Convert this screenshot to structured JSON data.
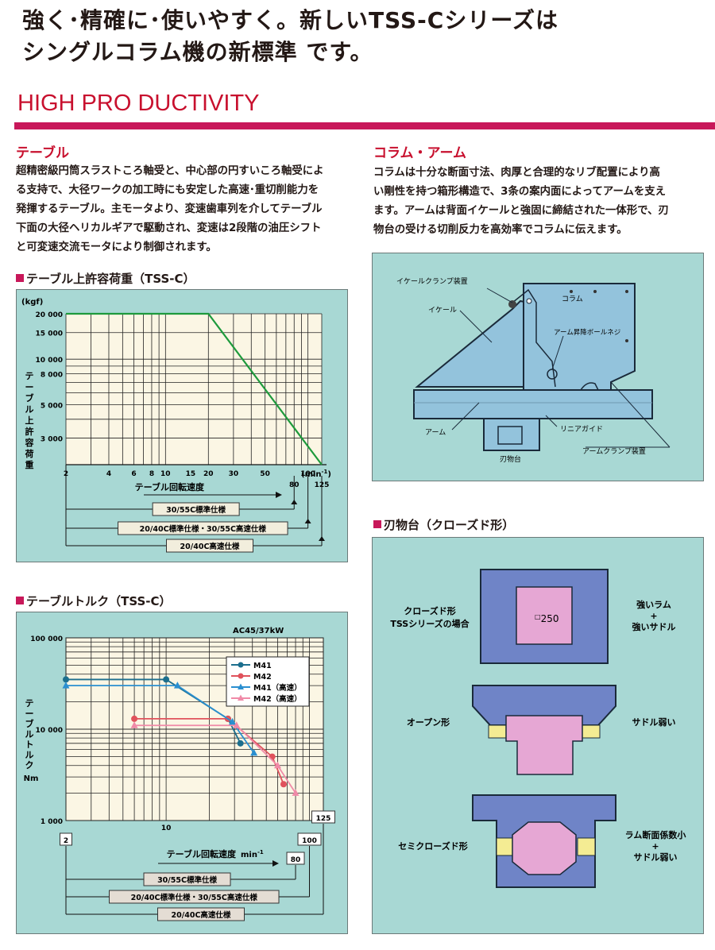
{
  "header": {
    "headline_line1": "強く･精確に･使いやすく。新しいTSS-Cシリーズは",
    "headline_line2": "シングルコラム機の新標準 です。",
    "section_title": "HIGH PRO DUCTIVITY"
  },
  "table_section": {
    "heading": "テーブル",
    "body_lines": [
      "超精密級円筒スラストころ軸受と、中心部の円すいころ軸受によ",
      "る支持で、大径ワークの加工時にも安定した高速･重切削能力を",
      "発揮するテーブル。主モータより、変速歯車列を介してテーブル",
      "下面の大径ヘリカルギアで駆動され、変速は2段階の油圧シフト",
      "と可変速交流モータにより制御されます。"
    ]
  },
  "column_section": {
    "heading": "コラム・アーム",
    "body_lines": [
      "コラムは十分な断面寸法、肉厚と合理的なリブ配置により高",
      "い剛性を持つ箱形構造で、3条の案内面によってアームを支え",
      "ます。アームは背面イケールと強固に締結された一体形で、刃",
      "物台の受ける切削反力を高効率でコラムに伝えます。"
    ]
  },
  "load_chart": {
    "heading": "テーブル上許容荷重（TSS-C）",
    "unit_label": "(kgf)",
    "ylabel": "テーブル上許容荷重",
    "xlabel": "テーブル回転速度",
    "x_unit": "(min",
    "x_unit_sup": "-1",
    "x_unit_close": ")",
    "speed_marks": {
      "m80": "80",
      "m125": "125"
    },
    "spec_bars": [
      "30/55C標準仕様",
      "20/40C標準仕様・30/55C高速仕様",
      "20/40C高速仕様"
    ]
  },
  "torque_chart": {
    "heading": "テーブルトルク（TSS-C）",
    "motor_label": "AC45/37kW",
    "ylabel_lines": [
      "テーブルトルク",
      "Nm"
    ],
    "xlabel": "テーブル回転速度",
    "x_unit": "min",
    "x_unit_sup": "-1",
    "speed_boxes": {
      "b2": "2",
      "b100": "100",
      "b80": "80",
      "b125": "125"
    },
    "spec_bars": [
      "30/55C標準仕様",
      "20/40C標準仕様・30/55C高速仕様",
      "20/40C高速仕様"
    ]
  },
  "column_diagram": {
    "labels": {
      "clamp": "イケールクランプ装置",
      "column": "コラム",
      "ikeru": "イケール",
      "bolt": "アーム昇降ボールネジ",
      "arm": "アーム",
      "guide": "リニアガイド",
      "toolpost": "刃物台",
      "arm_clamp": "アームクランプ装置"
    }
  },
  "toolpost_section": {
    "heading": "刃物台（クローズド形）",
    "rows": [
      {
        "left": [
          "クローズド形",
          "TSSシリーズの場合"
        ],
        "right": [
          "強いラム",
          "+",
          "強いサドル"
        ],
        "size": "250",
        "size_prefix": "□"
      },
      {
        "left": [
          "オープン形"
        ],
        "right": [
          "サドル弱い"
        ]
      },
      {
        "left": [
          "セミクローズド形"
        ],
        "right": [
          "ラム断面係数小",
          "+",
          "サドル弱い"
        ]
      }
    ]
  },
  "chart_data": [
    {
      "type": "line",
      "title": "テーブル上許容荷重（TSS-C）",
      "ylabel": "テーブル上許容荷重 (kgf)",
      "xlabel": "テーブル回転速度 (min-1)",
      "xscale": "log",
      "yscale": "log",
      "xlim": [
        2,
        125
      ],
      "ylim": [
        2000,
        20000
      ],
      "x_ticks": [
        2,
        4,
        6,
        8,
        10,
        15,
        20,
        30,
        50,
        100
      ],
      "y_ticks": [
        3000,
        5000,
        8000,
        10000,
        15000,
        20000
      ],
      "y_tick_labels": [
        "3 000",
        "5 000",
        "8 000",
        "10 000",
        "15 000",
        "20 000"
      ],
      "grid": true,
      "series": [
        {
          "color": "#1e9a3c",
          "x": [
            2,
            20,
            125
          ],
          "y": [
            20000,
            20000,
            2000
          ]
        }
      ],
      "speed_ranges": [
        {
          "label": "30/55C標準仕様",
          "from": 2,
          "to": 80
        },
        {
          "label": "20/40C標準仕様・30/55C高速仕様",
          "from": 2,
          "to": 100
        },
        {
          "label": "20/40C高速仕様",
          "from": 2,
          "to": 125
        }
      ]
    },
    {
      "type": "line",
      "title": "テーブルトルク（TSS-C）",
      "annotation": "AC45/37kW",
      "ylabel": "テーブルトルク Nm",
      "xlabel": "テーブル回転速度 min-1",
      "xscale": "log",
      "yscale": "log",
      "xlim": [
        2,
        125
      ],
      "ylim": [
        1000,
        100000
      ],
      "x_ticks": [
        10
      ],
      "y_ticks": [
        1000,
        10000,
        100000
      ],
      "y_tick_labels": [
        "1 000",
        "10 000",
        "100 000"
      ],
      "grid": true,
      "legend": "top-right",
      "series": [
        {
          "name": "M41",
          "color": "#1c6f8e",
          "marker": "circle",
          "x": [
            2,
            10,
            27,
            33
          ],
          "y": [
            35000,
            35000,
            13000,
            7000
          ]
        },
        {
          "name": "M42",
          "color": "#e0525c",
          "marker": "circle",
          "x": [
            6,
            27,
            55,
            66
          ],
          "y": [
            13000,
            13000,
            5000,
            2500
          ]
        },
        {
          "name": "M41（高速）",
          "color": "#2a8fd0",
          "marker": "triangle",
          "x": [
            2,
            12,
            29,
            41
          ],
          "y": [
            30000,
            30000,
            12000,
            5500
          ]
        },
        {
          "name": "M42（高速）",
          "color": "#f08aa8",
          "marker": "triangle",
          "x": [
            6,
            31,
            60,
            80
          ],
          "y": [
            11000,
            11000,
            4000,
            2000
          ]
        }
      ],
      "speed_ranges": [
        {
          "label": "30/55C標準仕様",
          "from": 2,
          "to": 80
        },
        {
          "label": "20/40C標準仕様・30/55C高速仕様",
          "from": 2,
          "to": 100
        },
        {
          "label": "20/40C高速仕様",
          "from": 2,
          "to": 125
        }
      ]
    }
  ]
}
